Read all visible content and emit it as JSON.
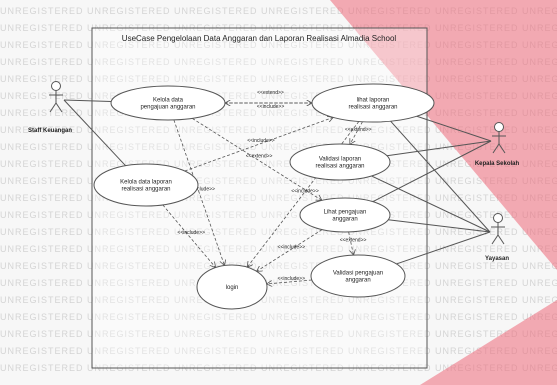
{
  "watermark": {
    "text": "UNREGISTERED"
  },
  "colors": {
    "ribbon": "#ef6a7a",
    "stroke": "#555555",
    "ink": "#222222",
    "ellipse_fill": "#ffffff"
  },
  "system": {
    "title": "UseCase Pengelolaan Data Anggaran dan Laporan Realisasi Almadia School"
  },
  "actors": [
    {
      "id": "staff",
      "label": "Staff Keuangan"
    },
    {
      "id": "kepsek",
      "label": "Kepala Sekolah"
    },
    {
      "id": "yayasan",
      "label": "Yayasan"
    }
  ],
  "usecases": [
    {
      "id": "uc1",
      "lines": [
        "Kelola data",
        "pengajuan anggaran"
      ]
    },
    {
      "id": "uc2",
      "lines": [
        "Kelola data laporan",
        "realisasi anggaran"
      ]
    },
    {
      "id": "uc3",
      "lines": [
        "lihat laporan",
        "realisasi anggaran"
      ]
    },
    {
      "id": "uc4",
      "lines": [
        "Validasi laporan",
        "realisasi anggaran"
      ]
    },
    {
      "id": "uc5",
      "lines": [
        "Lihat pengajuan",
        "anggaran"
      ]
    },
    {
      "id": "uc6",
      "lines": [
        "Validasi pengajuan",
        "anggaran"
      ]
    },
    {
      "id": "uc7",
      "lines": [
        "login"
      ]
    }
  ],
  "associations": [
    [
      "staff",
      "uc1"
    ],
    [
      "staff",
      "uc2"
    ],
    [
      "kepsek",
      "uc3"
    ],
    [
      "kepsek",
      "uc5"
    ],
    [
      "kepsek",
      "uc4"
    ],
    [
      "yayasan",
      "uc3"
    ],
    [
      "yayasan",
      "uc5"
    ],
    [
      "yayasan",
      "uc6"
    ],
    [
      "yayasan",
      "uc4"
    ]
  ],
  "dependencies": [
    {
      "from": "uc1",
      "to": "uc3",
      "label": "<<include>>"
    },
    {
      "from": "uc3",
      "to": "uc1",
      "label": "<<extend>>"
    },
    {
      "from": "uc2",
      "to": "uc3",
      "label": "<<include>>"
    },
    {
      "from": "uc1",
      "to": "uc5",
      "label": "<<extend>>"
    },
    {
      "from": "uc3",
      "to": "uc4",
      "label": "<<extend>>"
    },
    {
      "from": "uc5",
      "to": "uc6",
      "label": "<<extend>>"
    },
    {
      "from": "uc2",
      "to": "uc7",
      "label": "<<include>>"
    },
    {
      "from": "uc1",
      "to": "uc7",
      "label": "<<include>>"
    },
    {
      "from": "uc3",
      "to": "uc7",
      "label": "<<include>>"
    },
    {
      "from": "uc5",
      "to": "uc7",
      "label": "<<include>>"
    },
    {
      "from": "uc6",
      "to": "uc7",
      "label": "<<include>>"
    }
  ]
}
